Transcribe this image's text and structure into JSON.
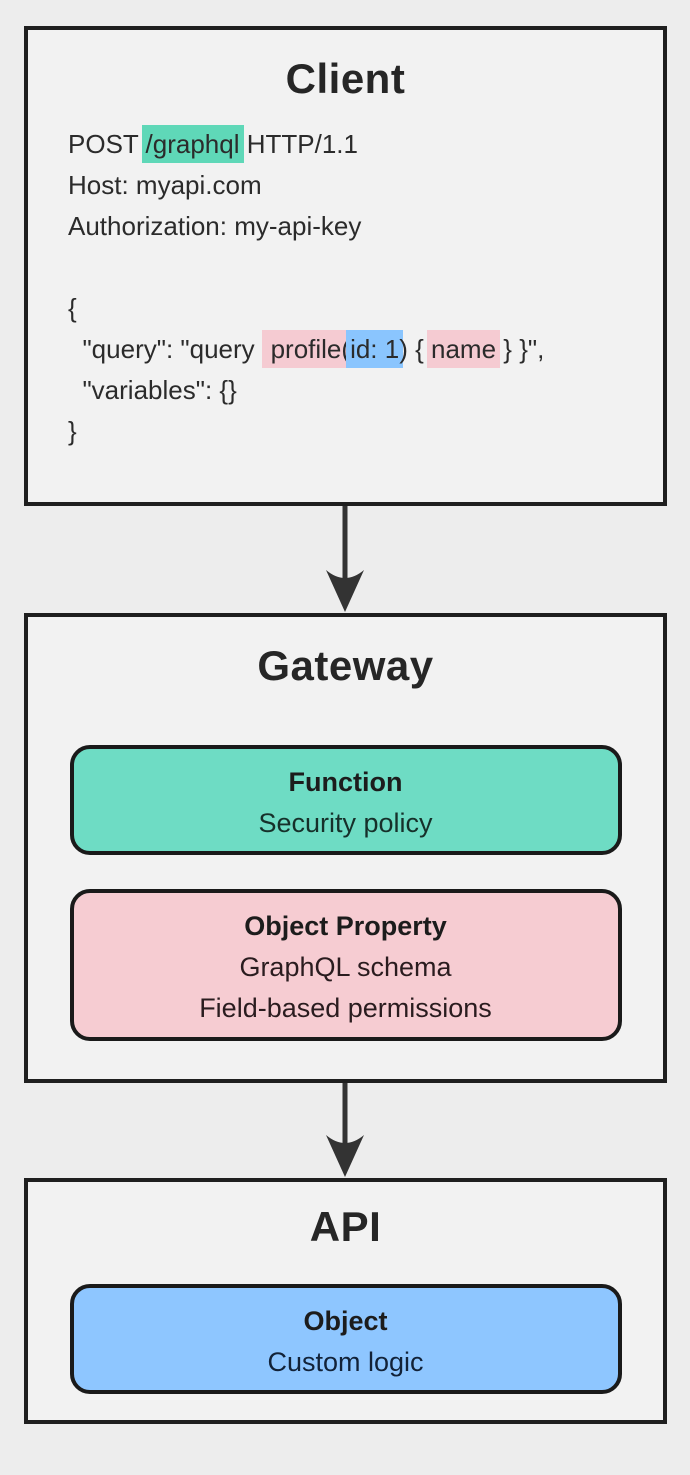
{
  "palette": {
    "background": "#ededed",
    "panel_fill": "#f2f2f2",
    "panel_border": "#1f1f1f",
    "arrow": "#333333",
    "teal_card": "#6edcc4",
    "teal_highlight": "#5fd8b8",
    "pink_card": "#f6ccd2",
    "pink_highlight": "#f5cbd2",
    "blue_card": "#8ec6ff",
    "blue_highlight": "#8ac5fe",
    "text": "#262626"
  },
  "client": {
    "title": "Client",
    "request": {
      "method": "POST ",
      "path": "/graphql",
      "protocol": " HTTP/1.1",
      "host": "Host: myapi.com",
      "authorization": "Authorization: my-api-key"
    },
    "body": {
      "open": "{",
      "query_prefix": "  \"query\": \"query {",
      "field": "profile(",
      "argument": "id: 1",
      "mid": ") { ",
      "selection": "name",
      "suffix": " } }\",",
      "variables": "  \"variables\": {}",
      "close": "}"
    }
  },
  "gateway": {
    "title": "Gateway",
    "function_card": {
      "label": "Function",
      "line1": "Security policy"
    },
    "object_property_card": {
      "label": "Object Property",
      "line1": "GraphQL schema",
      "line2": "Field-based permissions"
    }
  },
  "api": {
    "title": "API",
    "object_card": {
      "label": "Object",
      "line1": "Custom logic"
    }
  }
}
